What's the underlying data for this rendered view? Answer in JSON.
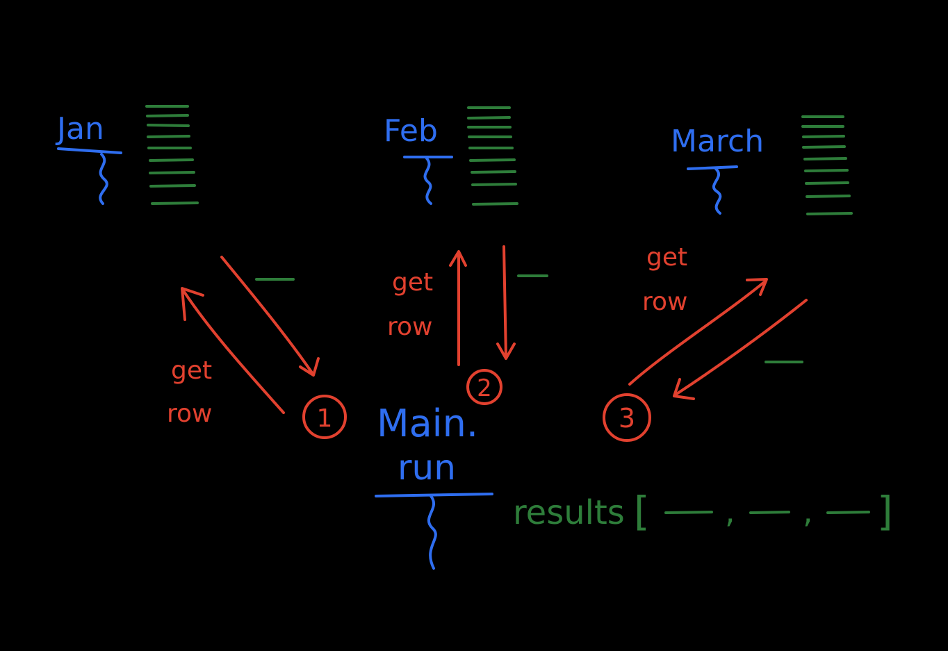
{
  "colors": {
    "background": "#000000",
    "thread_blue": "#2f6ef0",
    "rows_green": "#2e7d3a",
    "flow_red": "#e2412f"
  },
  "months": [
    {
      "label": "Jan"
    },
    {
      "label": "Feb"
    },
    {
      "label": "March"
    }
  ],
  "main": {
    "line1": "Main.",
    "line2": "run"
  },
  "arrow_labels": {
    "get": "get",
    "row": "row"
  },
  "steps": [
    "1",
    "2",
    "3"
  ],
  "results": {
    "label": "results",
    "open_bracket": "[",
    "close_bracket": "]",
    "separator": ","
  }
}
